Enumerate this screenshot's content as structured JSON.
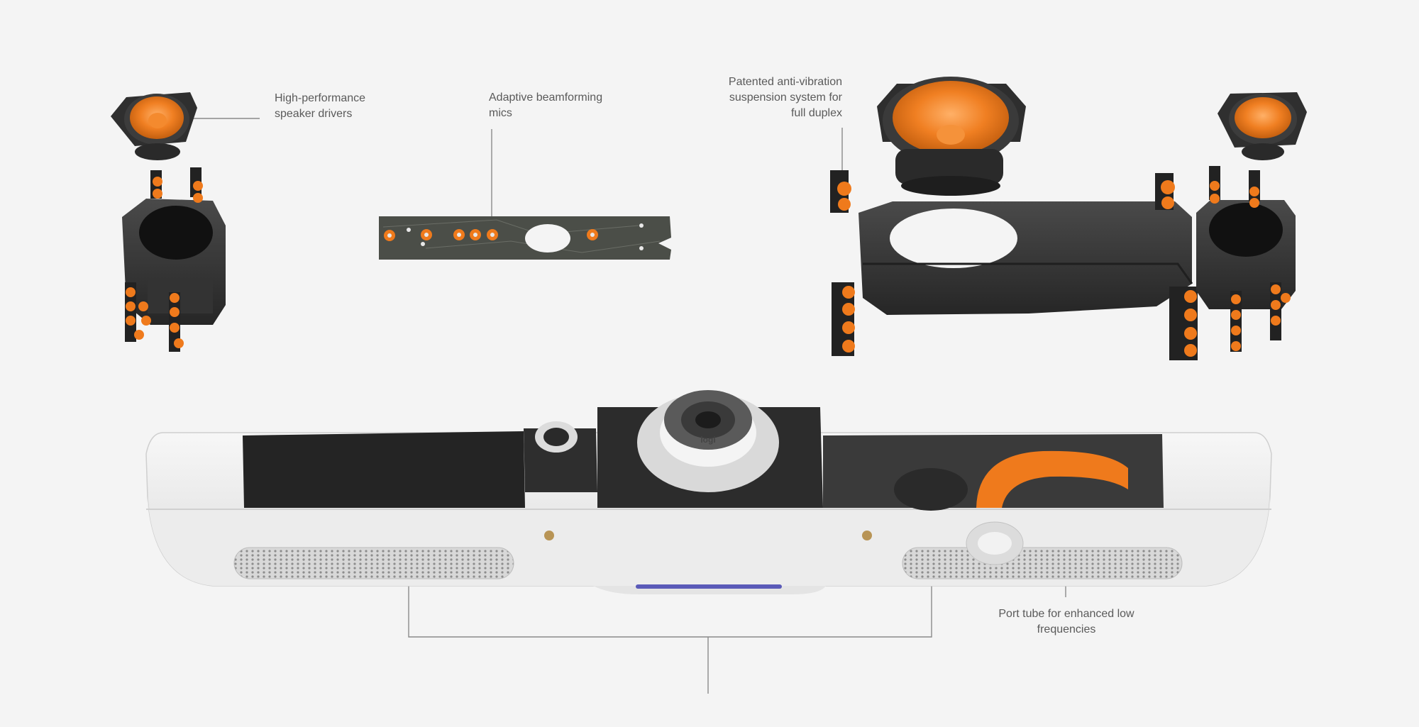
{
  "callouts": {
    "speaker_drivers": "High-performance\nspeaker drivers",
    "beamforming_mics": "Adaptive beamforming\nmics",
    "suspension": "Patented anti-vibration\nsuspension system for\nfull duplex",
    "port_tube": "Port tube for enhanced low\nfrequencies"
  },
  "product": {
    "brand_mark": "logi"
  },
  "colors": {
    "background": "#f4f4f4",
    "accent_orange": "#ee7a1c",
    "housing_dark": "#3a3a3a",
    "housing_light": "#e9e9e9",
    "leader_line": "#8a8a8a"
  },
  "icons": {
    "speaker": "speaker-driver-icon",
    "pcb": "mic-board-icon",
    "camera": "camera-lens-icon"
  }
}
